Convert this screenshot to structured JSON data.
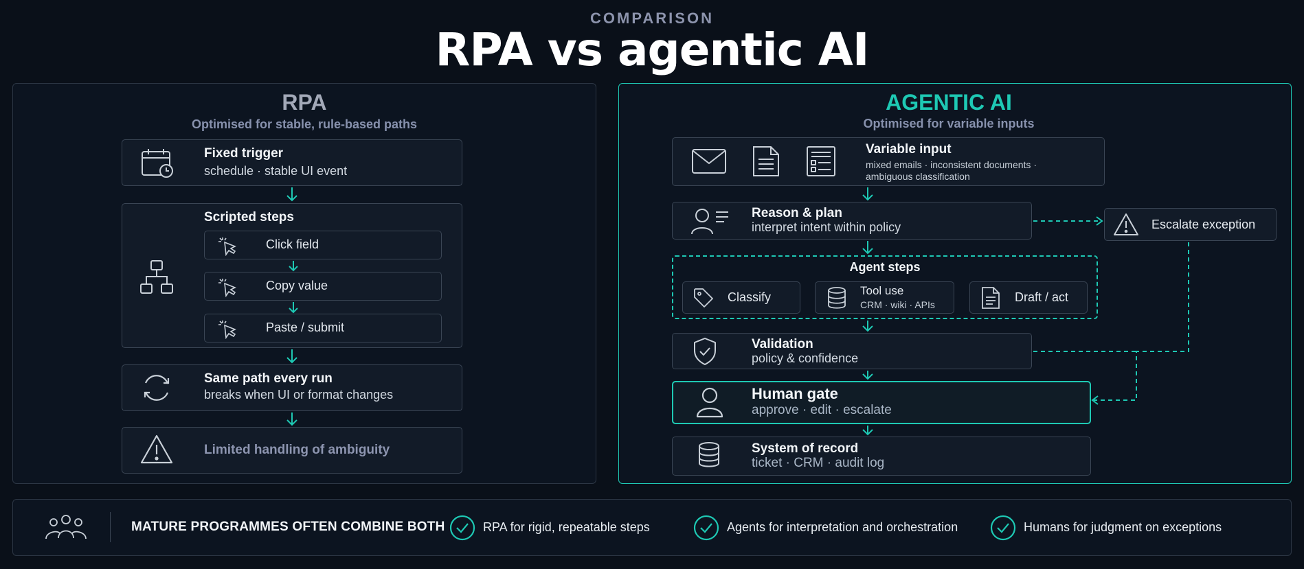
{
  "header": {
    "eyebrow": "COMPARISON",
    "title": "RPA vs agentic AI"
  },
  "rpa": {
    "title": "RPA",
    "subtitle": "Optimised for stable, rule-based paths",
    "trigger": {
      "title": "Fixed trigger",
      "desc": "schedule · stable UI event"
    },
    "scripted": {
      "title": "Scripted steps",
      "steps": [
        "Click field",
        "Copy value",
        "Paste / submit"
      ]
    },
    "same_path": {
      "title": "Same path every run",
      "desc": "breaks when UI or format changes"
    },
    "limited": "Limited handling of ambiguity"
  },
  "agentic": {
    "title": "AGENTIC AI",
    "subtitle": "Optimised for variable inputs",
    "variable_input": {
      "title": "Variable input",
      "desc_line1": "mixed emails · inconsistent documents ·",
      "desc_line2": "ambiguous classification"
    },
    "reason": {
      "title": "Reason & plan",
      "desc": "interpret intent within policy"
    },
    "escalate": "Escalate exception",
    "agent_steps": {
      "title": "Agent steps",
      "classify": "Classify",
      "tool_use": "Tool use",
      "tool_use_sub": "CRM · wiki · APIs",
      "draft": "Draft / act"
    },
    "validation": {
      "title": "Validation",
      "desc": "policy & confidence"
    },
    "human_gate": {
      "title": "Human gate",
      "desc": "approve · edit · escalate"
    },
    "system": {
      "title": "System of record",
      "desc": "ticket · CRM · audit log"
    }
  },
  "footer": {
    "headline": "MATURE PROGRAMMES OFTEN COMBINE BOTH",
    "items": [
      "RPA for rigid, repeatable steps",
      "Agents for interpretation and orchestration",
      "Humans for judgment on exceptions"
    ]
  },
  "colors": {
    "accent": "#1ec9b4",
    "background": "#0a1019",
    "panel_border": "#2c3644",
    "muted": "#8791ad"
  }
}
